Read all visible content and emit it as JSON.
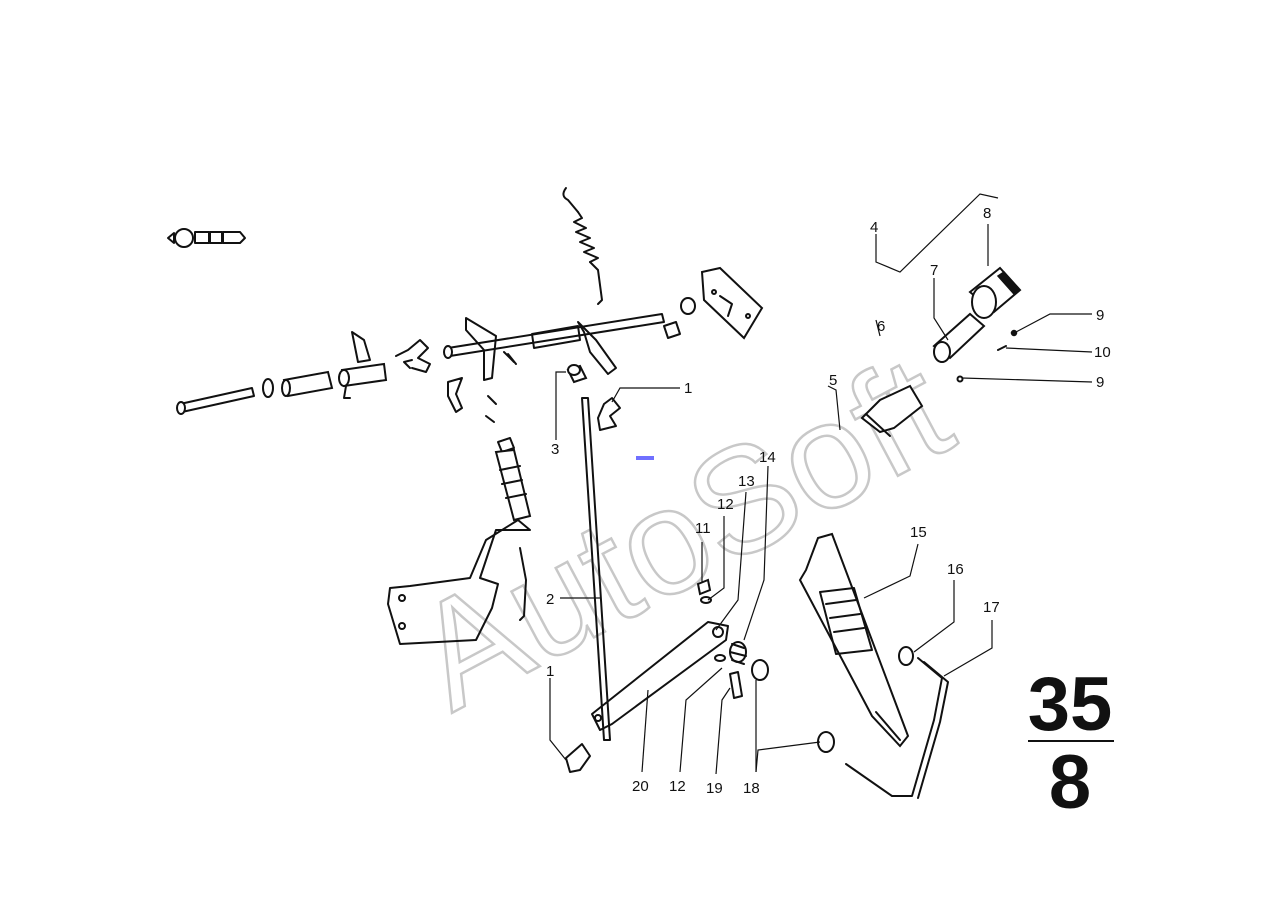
{
  "diagram": {
    "watermark": "AutoSoft",
    "group_number": "35",
    "sub_number": "8",
    "callouts": [
      "1",
      "1",
      "2",
      "3",
      "4",
      "5",
      "6",
      "7",
      "8",
      "9",
      "9",
      "10",
      "11",
      "12",
      "12",
      "13",
      "14",
      "15",
      "16",
      "17",
      "18",
      "19",
      "20"
    ],
    "colors": {
      "ink": "#111111",
      "watermark": "#c8c8c8",
      "background": "#ffffff",
      "marker": "#7070ff"
    }
  }
}
